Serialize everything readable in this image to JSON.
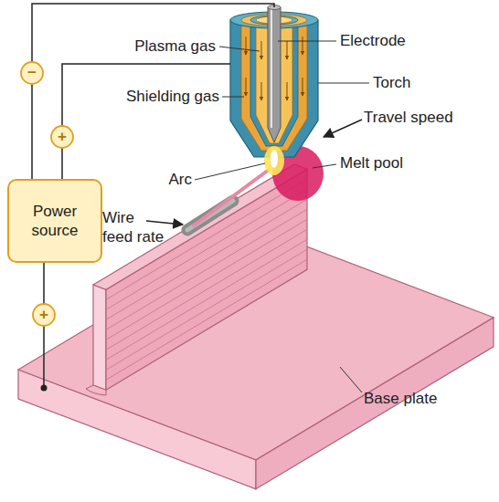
{
  "diagram": {
    "nodes": [
      {
        "text": [
          "Power source"
        ]
      }
    ],
    "labels": [
      "Electrode",
      "Plasma gas",
      "Torch",
      "Shielding gas",
      "Travel speed",
      "Arc",
      "Melt pool",
      "Wire feed rate",
      "Base plate",
      "−",
      "+",
      "+"
    ]
  }
}
